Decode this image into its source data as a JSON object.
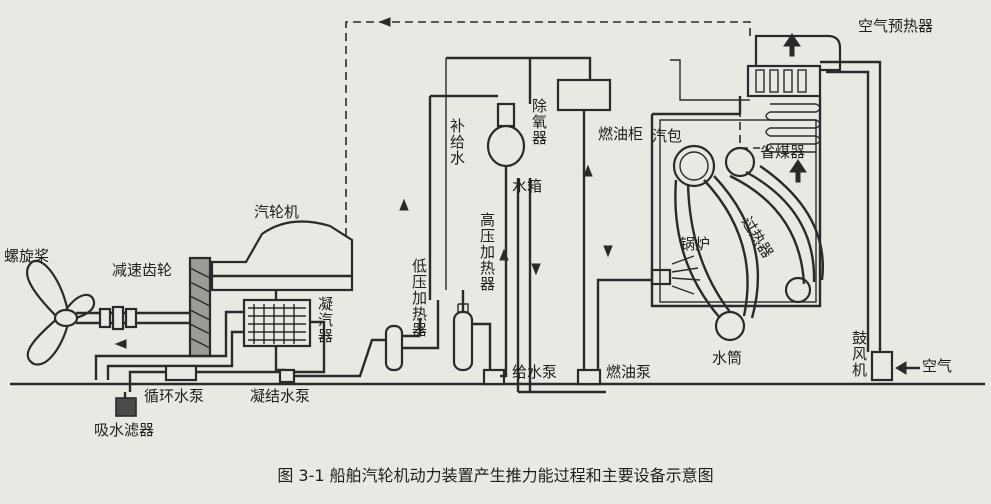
{
  "figure": {
    "caption": "图 3-1   船舶汽轮机动力装置产生推力能过程和主要设备示意图"
  },
  "labels": {
    "propeller": "螺旋桨",
    "reduction_gear": "减速齿轮",
    "turbine": "汽轮机",
    "condenser": "凝汽器",
    "circ_pump": "循环水泵",
    "suction_filter": "吸水滤器",
    "condensate_pump": "凝结水泵",
    "lp_heater": "低压加热器",
    "hp_heater": "高压加热器",
    "makeup_water": "补给水",
    "deaerator": "除氧器",
    "water_tank": "水箱",
    "feed_pump": "给水泵",
    "fuel_tank": "燃油柜",
    "fuel_pump": "燃油泵",
    "steam_drum": "汽包",
    "boiler": "锅炉",
    "superheater": "过热器",
    "economizer": "省煤器",
    "air_preheater": "空气预热器",
    "water_drum": "水筒",
    "blower": "鼓风机",
    "air": "空气"
  }
}
